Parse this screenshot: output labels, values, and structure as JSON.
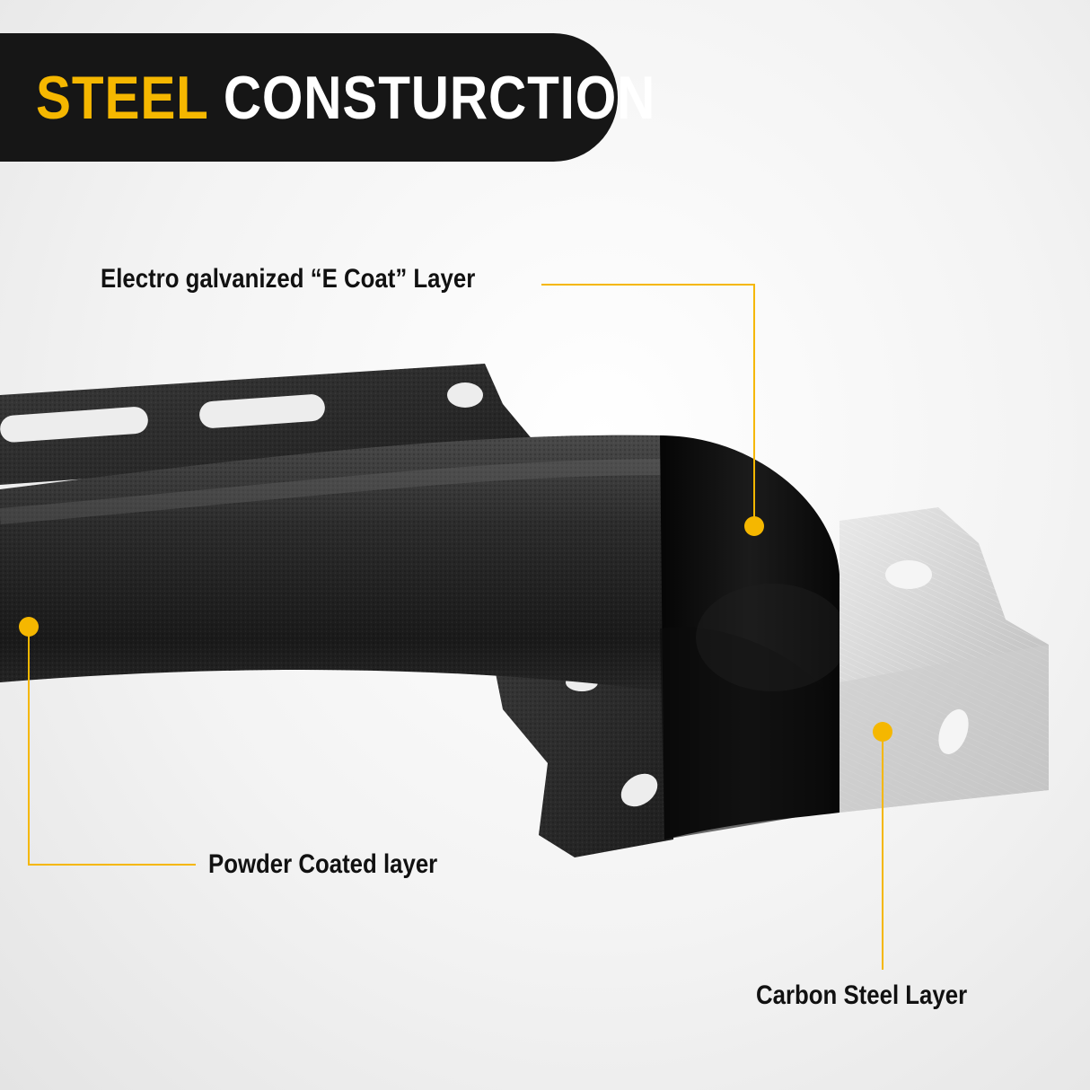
{
  "banner": {
    "accent_word": "STEEL",
    "title_rest": "CONSTURCTION"
  },
  "callouts": {
    "e_coat": "Electro galvanized “E Coat” Layer",
    "powder": "Powder Coated layer",
    "carbon": "Carbon Steel Layer"
  },
  "colors": {
    "accent": "#f5b700",
    "banner_bg": "#161616",
    "text": "#111111"
  }
}
